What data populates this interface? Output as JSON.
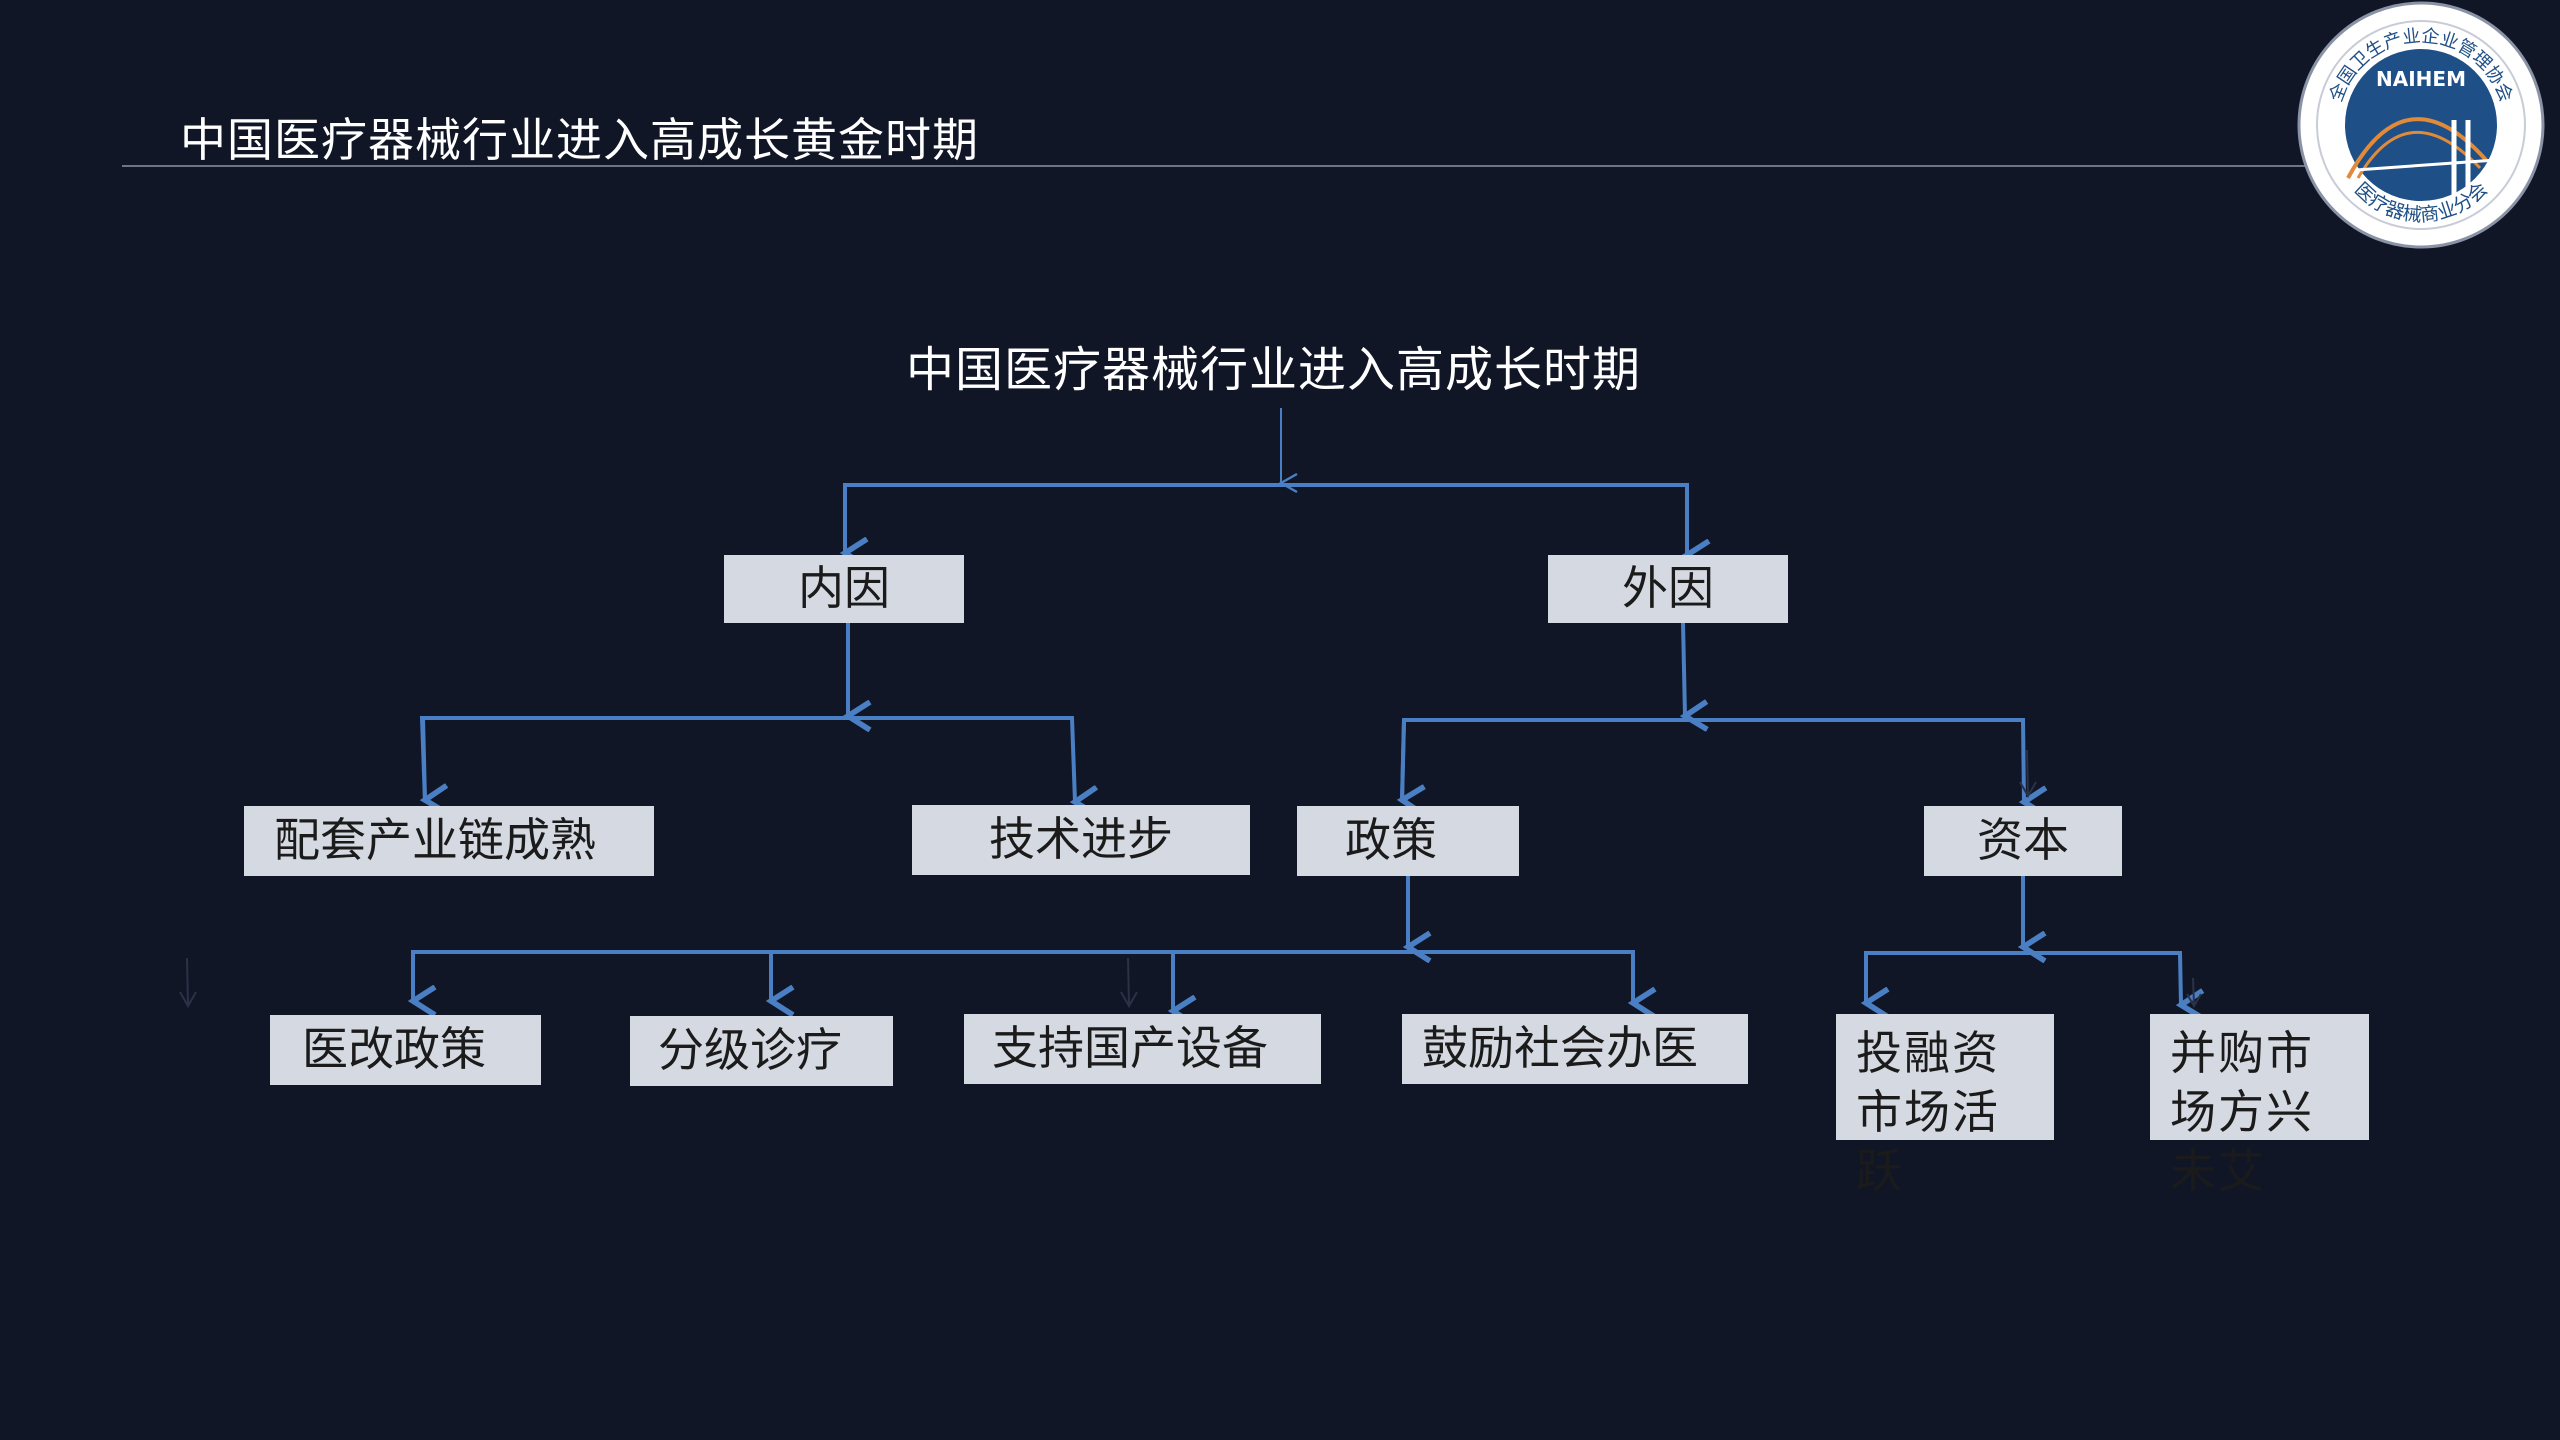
{
  "page": {
    "title": "中国医疗器械行业进入高成长黄金时期"
  },
  "logo": {
    "name": "NAIHEM",
    "arc_text_top": "全国卫生产业企业管理协会",
    "arc_text_bottom": "医疗器械商业分会",
    "icon": "bridge-logo-icon"
  },
  "diagram": {
    "root": "中国医疗器械行业进入高成长时期",
    "level1": {
      "internal": "内因",
      "external": "外因"
    },
    "internal_children": {
      "supply_chain": "配套产业链成熟",
      "tech": "技术进步"
    },
    "external_children": {
      "policy": "政策",
      "capital": "资本"
    },
    "policy_children": {
      "reform": "医改政策",
      "tiered": "分级诊疗",
      "domestic": "支持国产设备",
      "private": "鼓励社会办医"
    },
    "capital_children": {
      "financing": "投融资市场活跃",
      "mna": "并购市场方兴未艾"
    }
  },
  "colors": {
    "background": "#111627",
    "node_fill": "#d5d9e2",
    "connector": "#4a7fc4",
    "text_light": "#ffffff"
  }
}
